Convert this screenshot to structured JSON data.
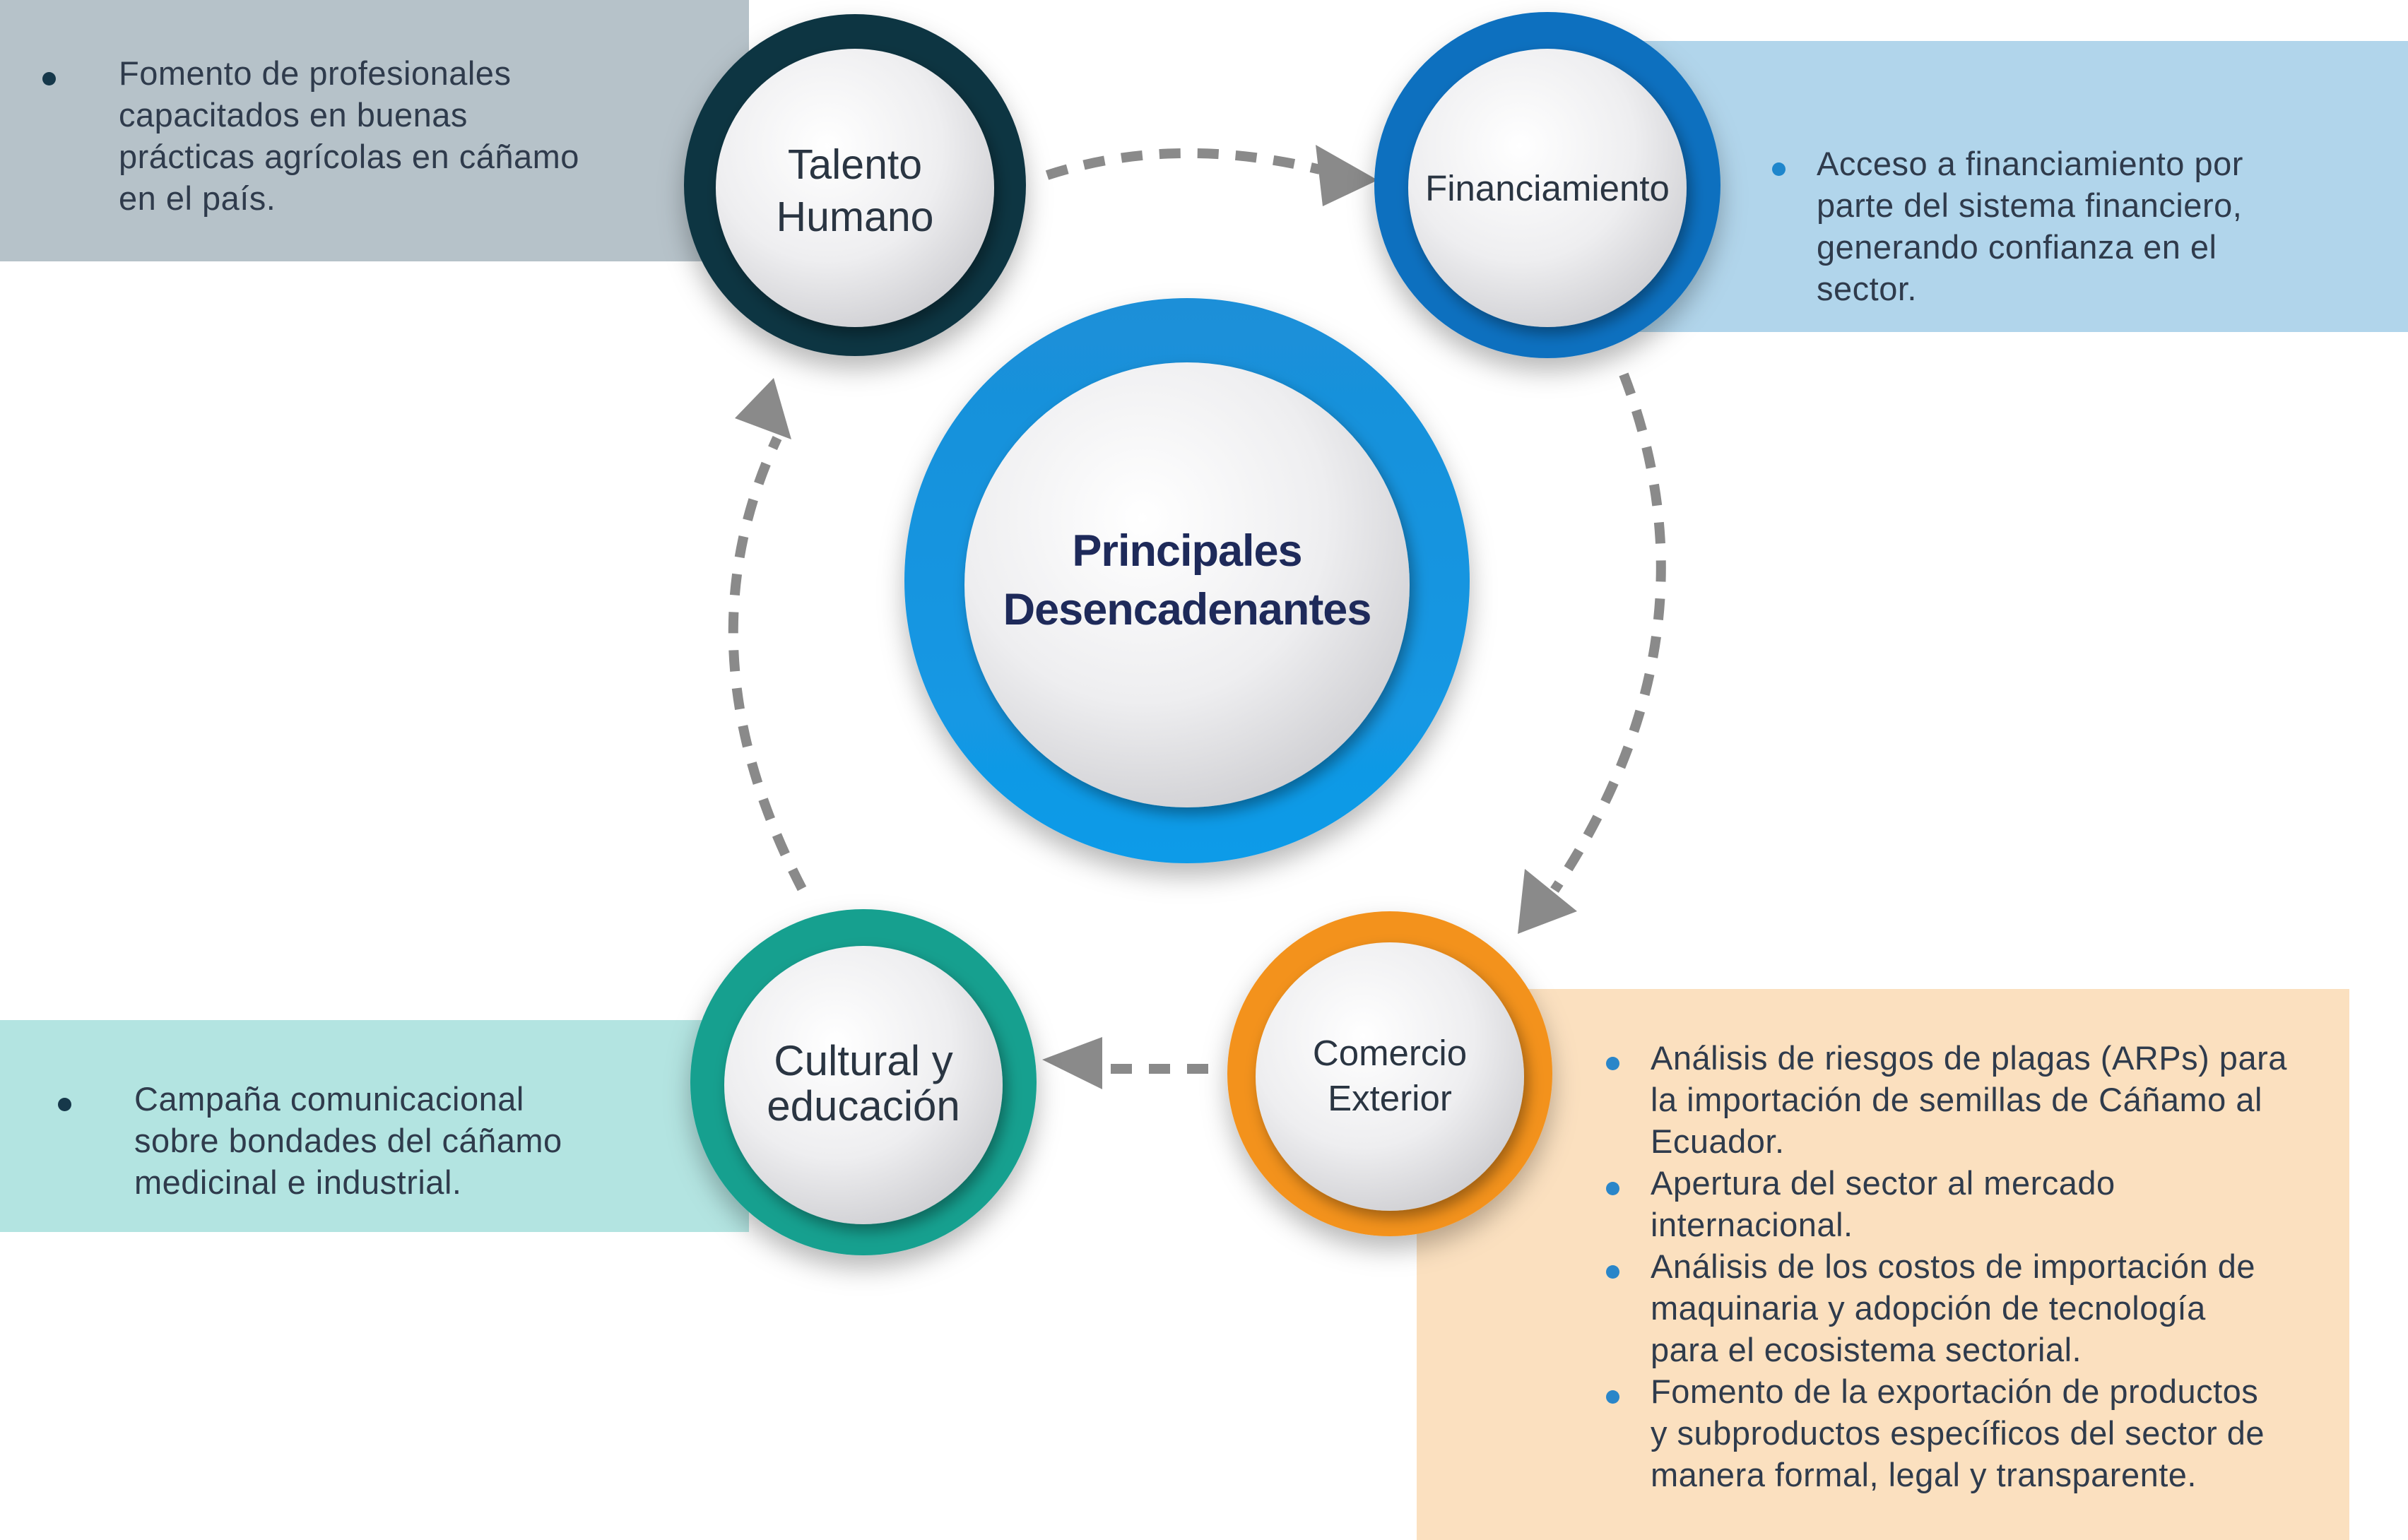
{
  "center": {
    "line1": "Principales",
    "line2": "Desencadenantes"
  },
  "nodes": {
    "talento": {
      "line1": "Talento",
      "line2": "Humano",
      "ring_color": "#0f3443"
    },
    "financiamiento": {
      "line1": "Financiamiento",
      "ring_color": "#0a6fbf"
    },
    "comercio": {
      "line1": "Comercio",
      "line2": "Exterior",
      "ring_color": "#f3921e"
    },
    "cultural": {
      "line1": "Cultural y",
      "line2": "educación",
      "ring_color": "#13a08f"
    }
  },
  "panels": {
    "talento": {
      "color": "#b6c2c9",
      "items": [
        [
          "Fomento de profesionales",
          "capacitados en buenas",
          "prácticas agrícolas en cáñamo",
          "en el país."
        ]
      ]
    },
    "financiamiento": {
      "color": "#b1d5eb",
      "items": [
        [
          "Acceso a financiamiento por",
          "parte del sistema financiero,",
          "generando confianza en el",
          "sector."
        ]
      ]
    },
    "cultural": {
      "color": "#b3e4e1",
      "items": [
        [
          "Campaña comunicacional",
          "sobre bondades del cáñamo",
          "medicinal e industrial."
        ]
      ]
    },
    "comercio": {
      "color": "#fbe0bf",
      "items": [
        [
          "Análisis de riesgos de plagas (ARPs) para",
          "la importación de semillas de Cáñamo al",
          "Ecuador."
        ],
        [
          "Apertura del sector al mercado",
          "internacional."
        ],
        [
          "Análisis de los costos de importación de",
          "maquinaria y adopción de tecnología",
          "para el ecosistema sectorial."
        ],
        [
          "Fomento de la exportación de productos",
          "y subproductos específicos del sector de",
          "manera formal, legal y transparente."
        ]
      ]
    }
  },
  "icons": {
    "arrow": "dashed-arrow-icon",
    "bullet": "bullet-dot-icon"
  }
}
